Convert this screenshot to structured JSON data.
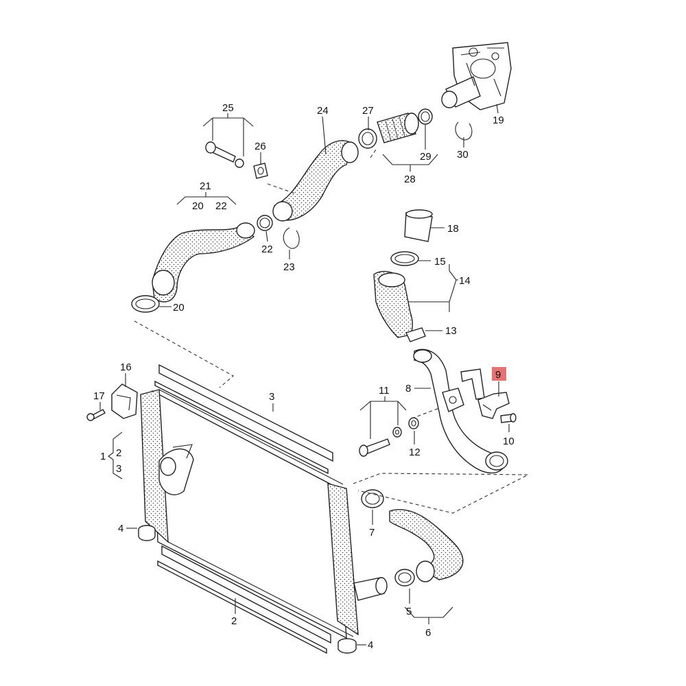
{
  "labels": {
    "n1": "1",
    "n2": "2",
    "n2b": "2",
    "n3": "3",
    "n3b": "3",
    "n4a": "4",
    "n4b": "4",
    "n5": "5",
    "n6": "6",
    "n7": "7",
    "n8": "8",
    "n9": "9",
    "n10": "10",
    "n11": "11",
    "n12": "12",
    "n13": "13",
    "n14": "14",
    "n15": "15",
    "n16": "16",
    "n17": "17",
    "n18": "18",
    "n19": "19",
    "n20a": "20",
    "n20b": "20",
    "n21": "21",
    "n22a": "22",
    "n22b": "22",
    "n23": "23",
    "n24": "24",
    "n25": "25",
    "n26": "26",
    "n27": "27",
    "n28": "28",
    "n29": "29",
    "n30": "30"
  },
  "highlight": {
    "part": "9",
    "color": "#e05a5a"
  },
  "colors": {
    "line": "#222222",
    "background": "#ffffff"
  }
}
